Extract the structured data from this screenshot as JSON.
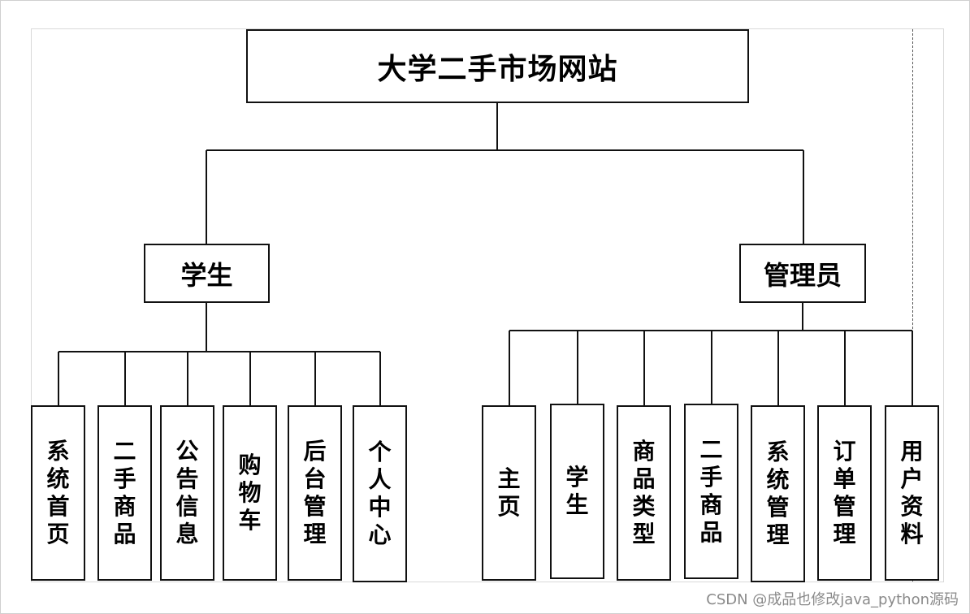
{
  "root": "大学二手市场网站",
  "branches": [
    {
      "label": "学生",
      "children": [
        "系统首页",
        "二手商品",
        "公告信息",
        "购物车",
        "后台管理",
        "个人中心"
      ]
    },
    {
      "label": "管理员",
      "children": [
        "主页",
        "学生",
        "商品类型",
        "二手商品",
        "系统管理",
        "订单管理",
        "用户资料"
      ]
    }
  ],
  "watermark": "CSDN @成品也修改java_python源码"
}
